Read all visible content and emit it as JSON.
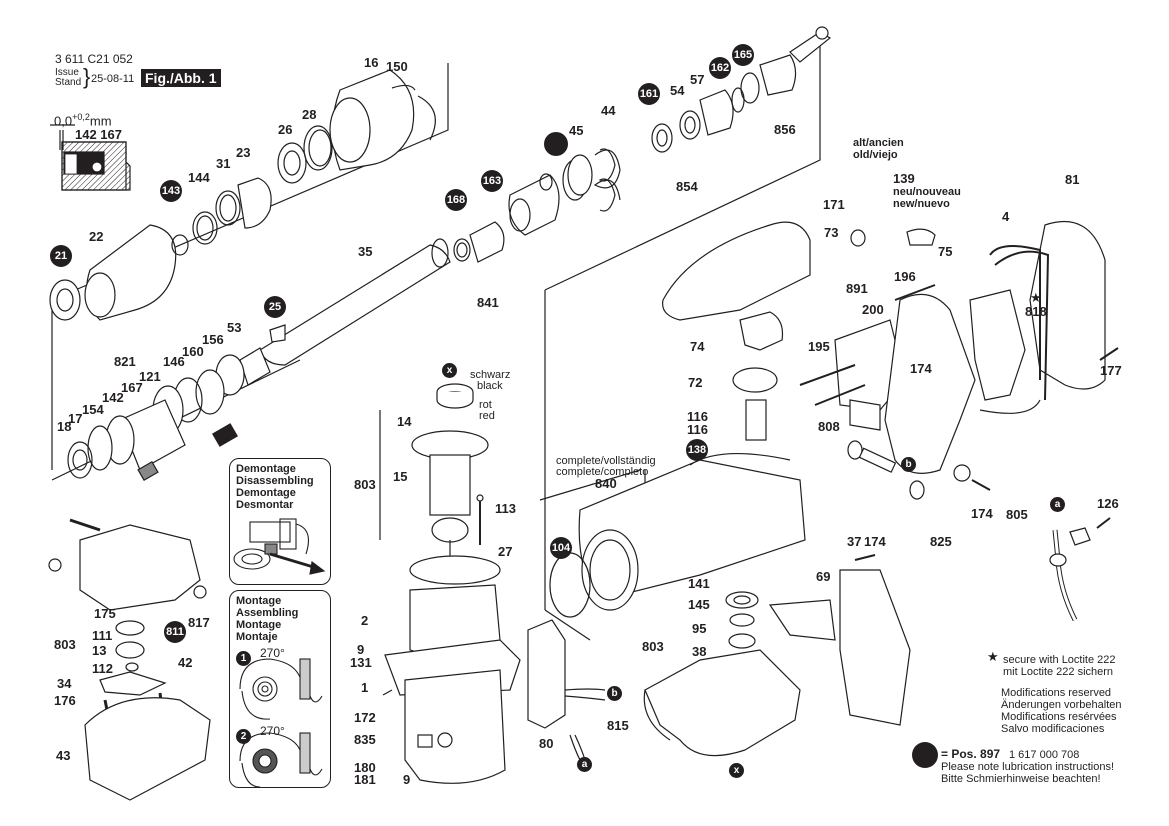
{
  "header": {
    "doc_number": "3 611 C21 052",
    "issue_label_en": "Issue",
    "issue_label_de": "Stand",
    "issue_date": "25-08-11",
    "figure_tag": "Fig./Abb. 1"
  },
  "inset": {
    "tolerance": "0,0",
    "tolerance_sup": "+0,2",
    "tolerance_unit": "mm",
    "parts": "142 167"
  },
  "colors": {
    "ink": "#231f20",
    "paper": "#ffffff"
  },
  "labels": {
    "p16": "16",
    "p150": "150",
    "p28": "28",
    "p26": "26",
    "p23": "23",
    "p31": "31",
    "p144": "144",
    "p22": "22",
    "p45": "45",
    "p44": "44",
    "p54": "54",
    "p57": "57",
    "p856": "856",
    "p854": "854",
    "p35": "35",
    "p841": "841",
    "p53": "53",
    "p156": "156",
    "p160": "160",
    "p146": "146",
    "p821": "821",
    "p121": "121",
    "p167": "167",
    "p142": "142",
    "p154": "154",
    "p17": "17",
    "p18": "18",
    "p14": "14",
    "p803a": "803",
    "p15": "15",
    "p113": "113",
    "p27": "27",
    "p2": "2",
    "p9a": "9",
    "p131": "131",
    "p1": "1",
    "p172": "172",
    "p835": "835",
    "p180": "180",
    "p181": "181",
    "p9b": "9",
    "p80": "80",
    "p815": "815",
    "p171": "171",
    "p73": "73",
    "p74": "74",
    "p72": "72",
    "p116a": "116",
    "p116b": "116",
    "p840": "840",
    "p141": "141",
    "p145": "145",
    "p95": "95",
    "p803b": "803",
    "p38": "38",
    "p69": "69",
    "p37": "37",
    "p174a": "174",
    "p139": "139",
    "p81": "81",
    "p4": "4",
    "p75": "75",
    "p196": "196",
    "p891": "891",
    "p200": "200",
    "p195": "195",
    "p174b": "174",
    "p818": "818",
    "p177": "177",
    "p808": "808",
    "p174c": "174",
    "p825": "825",
    "p805": "805",
    "p126": "126",
    "p175": "175",
    "p111": "111",
    "p803c": "803",
    "p13": "13",
    "p112": "112",
    "p34": "34",
    "p176": "176",
    "p43": "43",
    "p817": "817",
    "p42": "42"
  },
  "badges": {
    "b21": "21",
    "b143": "143",
    "b25": "25",
    "b168": "168",
    "b163": "163",
    "b161": "161",
    "b162": "162",
    "b165": "165",
    "b138": "138",
    "b104": "104",
    "b811": "811",
    "bx1": "x",
    "bx2": "x",
    "ba1": "a",
    "ba2": "a",
    "bb1": "b",
    "bb2": "b"
  },
  "notes": {
    "alt_line1": "alt/ancien",
    "alt_line2": "old/viejo",
    "new_line1": "neu/nouveau",
    "new_line2": "new/nuevo",
    "complete_line1": "complete/vollständig",
    "complete_line2": "complete/completo",
    "black_de": "schwarz",
    "black_en": "black",
    "red_de": "rot",
    "red_en": "red"
  },
  "demontage": {
    "title": [
      "Demontage",
      "Disassembling",
      "Demontage",
      "Desmontar"
    ]
  },
  "montage": {
    "title": [
      "Montage",
      "Assembling",
      "Montage",
      "Montaje"
    ],
    "step1": "1",
    "step2": "2",
    "angle": "270°"
  },
  "footer": {
    "star": "★",
    "loctite_en": "secure with Loctite 222",
    "loctite_de": "mit Loctite 222 sichern",
    "mod_en": "Modifications reserved",
    "mod_de": "Änderungen vorbehalten",
    "mod_fr": "Modifications resérvées",
    "mod_es": "Salvo modificaciones",
    "pos_label": "= Pos. 897",
    "pos_number": "1 617 000 708",
    "lube_en": "Please note lubrication instructions!",
    "lube_de": "Bitte Schmierhinweise beachten!"
  }
}
